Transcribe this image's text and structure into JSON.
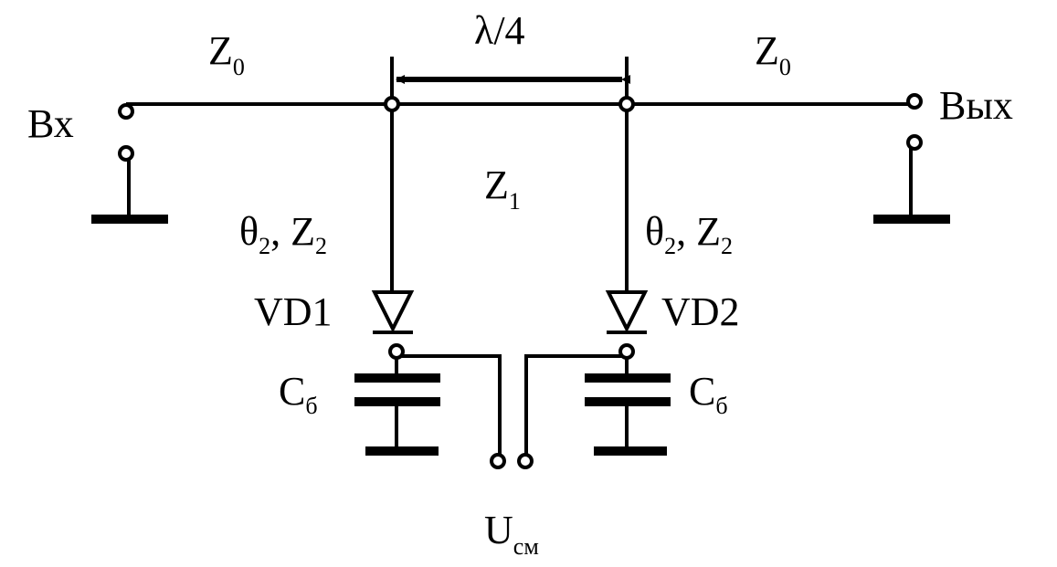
{
  "labels": {
    "z0": "Z",
    "z0_sub": "0",
    "z1": "Z",
    "z1_sub": "1",
    "quarter_wave": "λ/4",
    "input": "Вх",
    "output": "Вых",
    "theta": "θ",
    "theta_sub": "2",
    "comma_z": ", Z",
    "z2_sub": "2",
    "vd1": "VD1",
    "vd2": "VD2",
    "cap": "C",
    "cap_sub": "б",
    "bias": "U",
    "bias_sub": "см"
  }
}
